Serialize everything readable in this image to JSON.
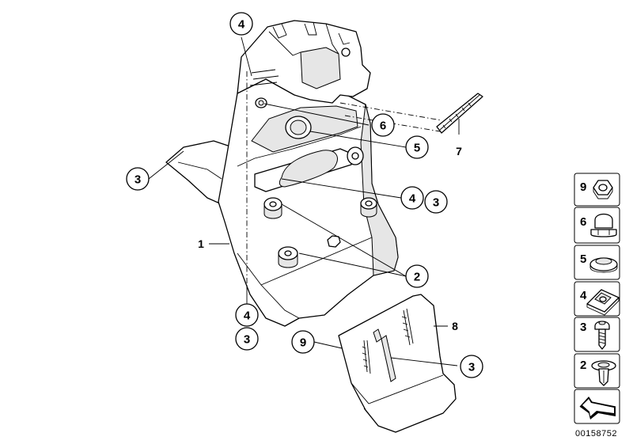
{
  "diagram": {
    "callouts": [
      {
        "id": "c-4-top",
        "text": "4"
      },
      {
        "id": "c-6",
        "text": "6"
      },
      {
        "id": "c-5",
        "text": "5"
      },
      {
        "id": "c-3-left",
        "text": "3"
      },
      {
        "id": "c-4-mid",
        "text": "4"
      },
      {
        "id": "c-3-mid",
        "text": "3"
      },
      {
        "id": "c-2",
        "text": "2"
      },
      {
        "id": "c-4-bottom",
        "text": "4"
      },
      {
        "id": "c-3-bottom",
        "text": "3"
      },
      {
        "id": "c-9",
        "text": "9"
      },
      {
        "id": "c-3-right",
        "text": "3"
      }
    ],
    "plain_labels": [
      {
        "id": "l-7",
        "text": "7"
      },
      {
        "id": "l-1",
        "text": "1"
      },
      {
        "id": "l-8",
        "text": "8"
      }
    ]
  },
  "legend": {
    "items": [
      {
        "number": "9",
        "icon": "nut-icon"
      },
      {
        "number": "6",
        "icon": "cap-nut-icon"
      },
      {
        "number": "5",
        "icon": "grommet-icon"
      },
      {
        "number": "4",
        "icon": "speed-nut-icon"
      },
      {
        "number": "3",
        "icon": "screw-icon"
      },
      {
        "number": "2",
        "icon": "expanding-rivet-icon"
      }
    ],
    "arrow_icon": "direction-arrow-icon"
  },
  "document_number": "00158752"
}
